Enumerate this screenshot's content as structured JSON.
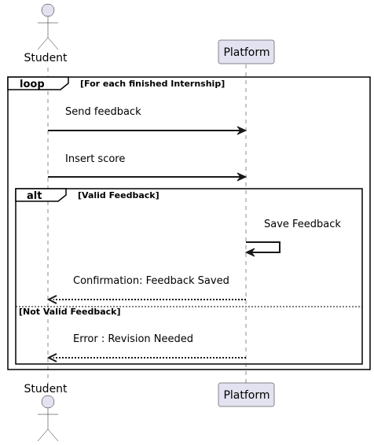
{
  "participants": {
    "student": {
      "name": "Student",
      "kind": "actor"
    },
    "platform": {
      "name": "Platform",
      "kind": "participant"
    }
  },
  "loop": {
    "keyword": "loop",
    "guard": "[For each finished Internship]"
  },
  "alt": {
    "keyword": "alt",
    "guard": "[Valid Feedback]",
    "else_guard": "[Not Valid Feedback]"
  },
  "messages": [
    {
      "from": "Student",
      "to": "Platform",
      "label": "Send feedback",
      "style": "solid"
    },
    {
      "from": "Student",
      "to": "Platform",
      "label": "Insert score",
      "style": "solid"
    },
    {
      "from": "Platform",
      "to": "Platform",
      "label": "Save Feedback",
      "style": "solid"
    },
    {
      "from": "Platform",
      "to": "Student",
      "label": "Confirmation: Feedback Saved",
      "style": "dotted"
    },
    {
      "from": "Platform",
      "to": "Student",
      "label": "Error : Revision Needed",
      "style": "dotted"
    }
  ],
  "colors": {
    "participant_fill": "#E2E2F0",
    "line": "#181818",
    "frame": "#000000",
    "background": "#FFFFFF"
  }
}
